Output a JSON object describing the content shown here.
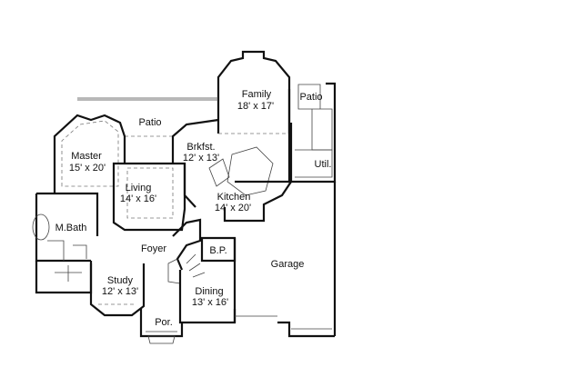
{
  "rooms": {
    "family": {
      "name": "Family",
      "size": "18' x 17'"
    },
    "patio_right": {
      "name": "Patio"
    },
    "patio": {
      "name": "Patio"
    },
    "brkfst": {
      "name": "Brkfst.",
      "size": "12' x 13'"
    },
    "master": {
      "name": "Master",
      "size": "15' x 20'"
    },
    "util": {
      "name": "Util."
    },
    "living": {
      "name": "Living",
      "size": "14' x 16'"
    },
    "kitchen": {
      "name": "Kitchen",
      "size": "14' x 20'"
    },
    "mbath": {
      "name": "M.Bath"
    },
    "foyer": {
      "name": "Foyer"
    },
    "bp": {
      "name": "B.P."
    },
    "garage": {
      "name": "Garage"
    },
    "study": {
      "name": "Study",
      "size": "12' x 13'"
    },
    "dining": {
      "name": "Dining",
      "size": "13' x 16'"
    },
    "porch": {
      "name": "Por."
    }
  }
}
